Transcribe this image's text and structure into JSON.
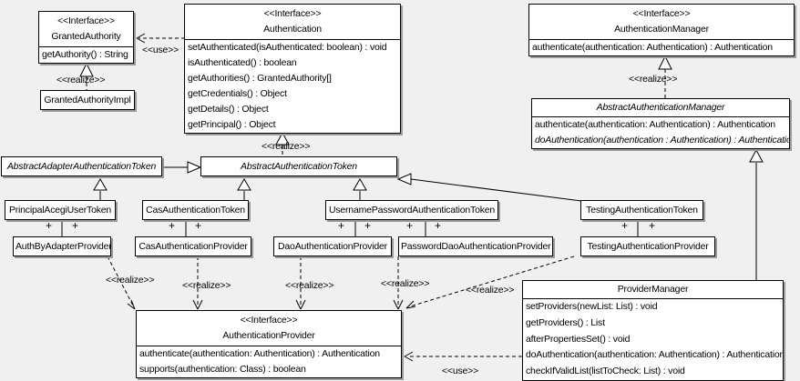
{
  "diagram": {
    "labels": {
      "realize": "<<realize>>",
      "use": "<<use>>",
      "plus": "+"
    },
    "colors": {
      "background": "#f0f0f0",
      "box_fill": "#ffffff",
      "box_border": "#000000",
      "box_shadow": "#9b9b9b",
      "line": "#000000"
    },
    "classes": {
      "granted_authority": {
        "stereotype": "<<Interface>>",
        "name": "GrantedAuthority",
        "methods": [
          "getAuthority() : String"
        ]
      },
      "granted_authority_impl": {
        "name": "GrantedAuthorityImpl"
      },
      "authentication": {
        "stereotype": "<<Interface>>",
        "name": "Authentication",
        "methods": [
          "setAuthenticated(isAuthenticated: boolean) : void",
          "isAuthenticated() : boolean",
          "getAuthorities() : GrantedAuthority[]",
          "getCredentials() : Object",
          "getDetails() : Object",
          "getPrincipal() : Object"
        ]
      },
      "authentication_manager": {
        "stereotype": "<<Interface>>",
        "name": "AuthenticationManager",
        "methods": [
          "authenticate(authentication: Authentication) : Authentication"
        ]
      },
      "abstract_authentication_manager": {
        "name": "AbstractAuthenticationManager",
        "methods": [
          "authenticate(authentication: Authentication) : Authentication",
          "doAuthentication(authentication : Authentication) : Authentication"
        ]
      },
      "abstract_adapter_authentication_token": {
        "name": "AbstractAdapterAuthenticationToken"
      },
      "abstract_authentication_token": {
        "name": "AbstractAuthenticationToken"
      },
      "principal_acegi_user_token": {
        "name": "PrincipalAcegiUserToken"
      },
      "cas_authentication_token": {
        "name": "CasAuthenticationToken"
      },
      "username_password_authentication_token": {
        "name": "UsernamePasswordAuthenticationToken"
      },
      "testing_authentication_token": {
        "name": "TestingAuthenticationToken"
      },
      "auth_by_adapter_provider": {
        "name": "AuthByAdapterProvider"
      },
      "cas_authentication_provider": {
        "name": "CasAuthenticationProvider"
      },
      "dao_authentication_provider": {
        "name": "DaoAuthenticationProvider"
      },
      "password_dao_authentication_provider": {
        "name": "PasswordDaoAuthenticationProvider"
      },
      "testing_authentication_provider": {
        "name": "TestingAuthenticationProvider"
      },
      "authentication_provider": {
        "stereotype": "<<Interface>>",
        "name": "AuthenticationProvider",
        "methods": [
          "authenticate(authentication: Authentication) : Authentication",
          "supports(authentication: Class) : boolean"
        ]
      },
      "provider_manager": {
        "name": "ProviderManager",
        "methods": [
          "setProviders(newList: List) : void",
          "getProviders() : List",
          "afterPropertiesSet() : void",
          "doAuthentication(authentication: Authentication) : Authentication",
          "checkIfValidList(listToCheck: List) : void"
        ]
      }
    }
  }
}
